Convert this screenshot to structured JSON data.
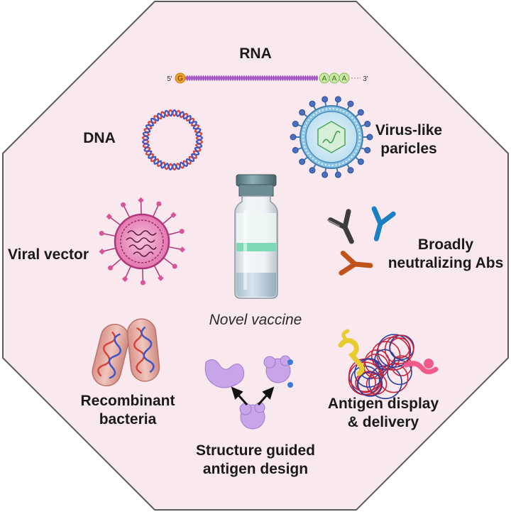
{
  "colors": {
    "background": "#f9e8ee",
    "border": "#5a5a5a",
    "text": "#1a1a1a",
    "rna_strand": "#b368cf",
    "cap": "#f0a030",
    "polyA": "#c9e9a6",
    "dna_red": "#d8443a",
    "dna_blue": "#3a56c8",
    "vlp_blue": "#6fb3d8",
    "viral_pink": "#d9559a",
    "vial_teal": "#7fd9b5",
    "antigen_purple": "#c8a4e8"
  },
  "center_label": "Novel vaccine",
  "rna": {
    "label": "RNA",
    "five_prime": "5'",
    "three_prime": "3'",
    "cap": "G",
    "polyA": [
      "A",
      "A",
      "A"
    ]
  },
  "dna": {
    "label": "DNA"
  },
  "vlp": {
    "line1": "Virus-like",
    "line2": "paricles"
  },
  "viral_vector": {
    "label": "Viral vector"
  },
  "abs": {
    "line1": "Broadly",
    "line2": "neutralizing Abs"
  },
  "bacteria": {
    "line1": "Recombinant",
    "line2": "bacteria"
  },
  "structure": {
    "line1": "Structure guided",
    "line2": "antigen design"
  },
  "display": {
    "line1": "Antigen display",
    "line2": "& delivery"
  }
}
